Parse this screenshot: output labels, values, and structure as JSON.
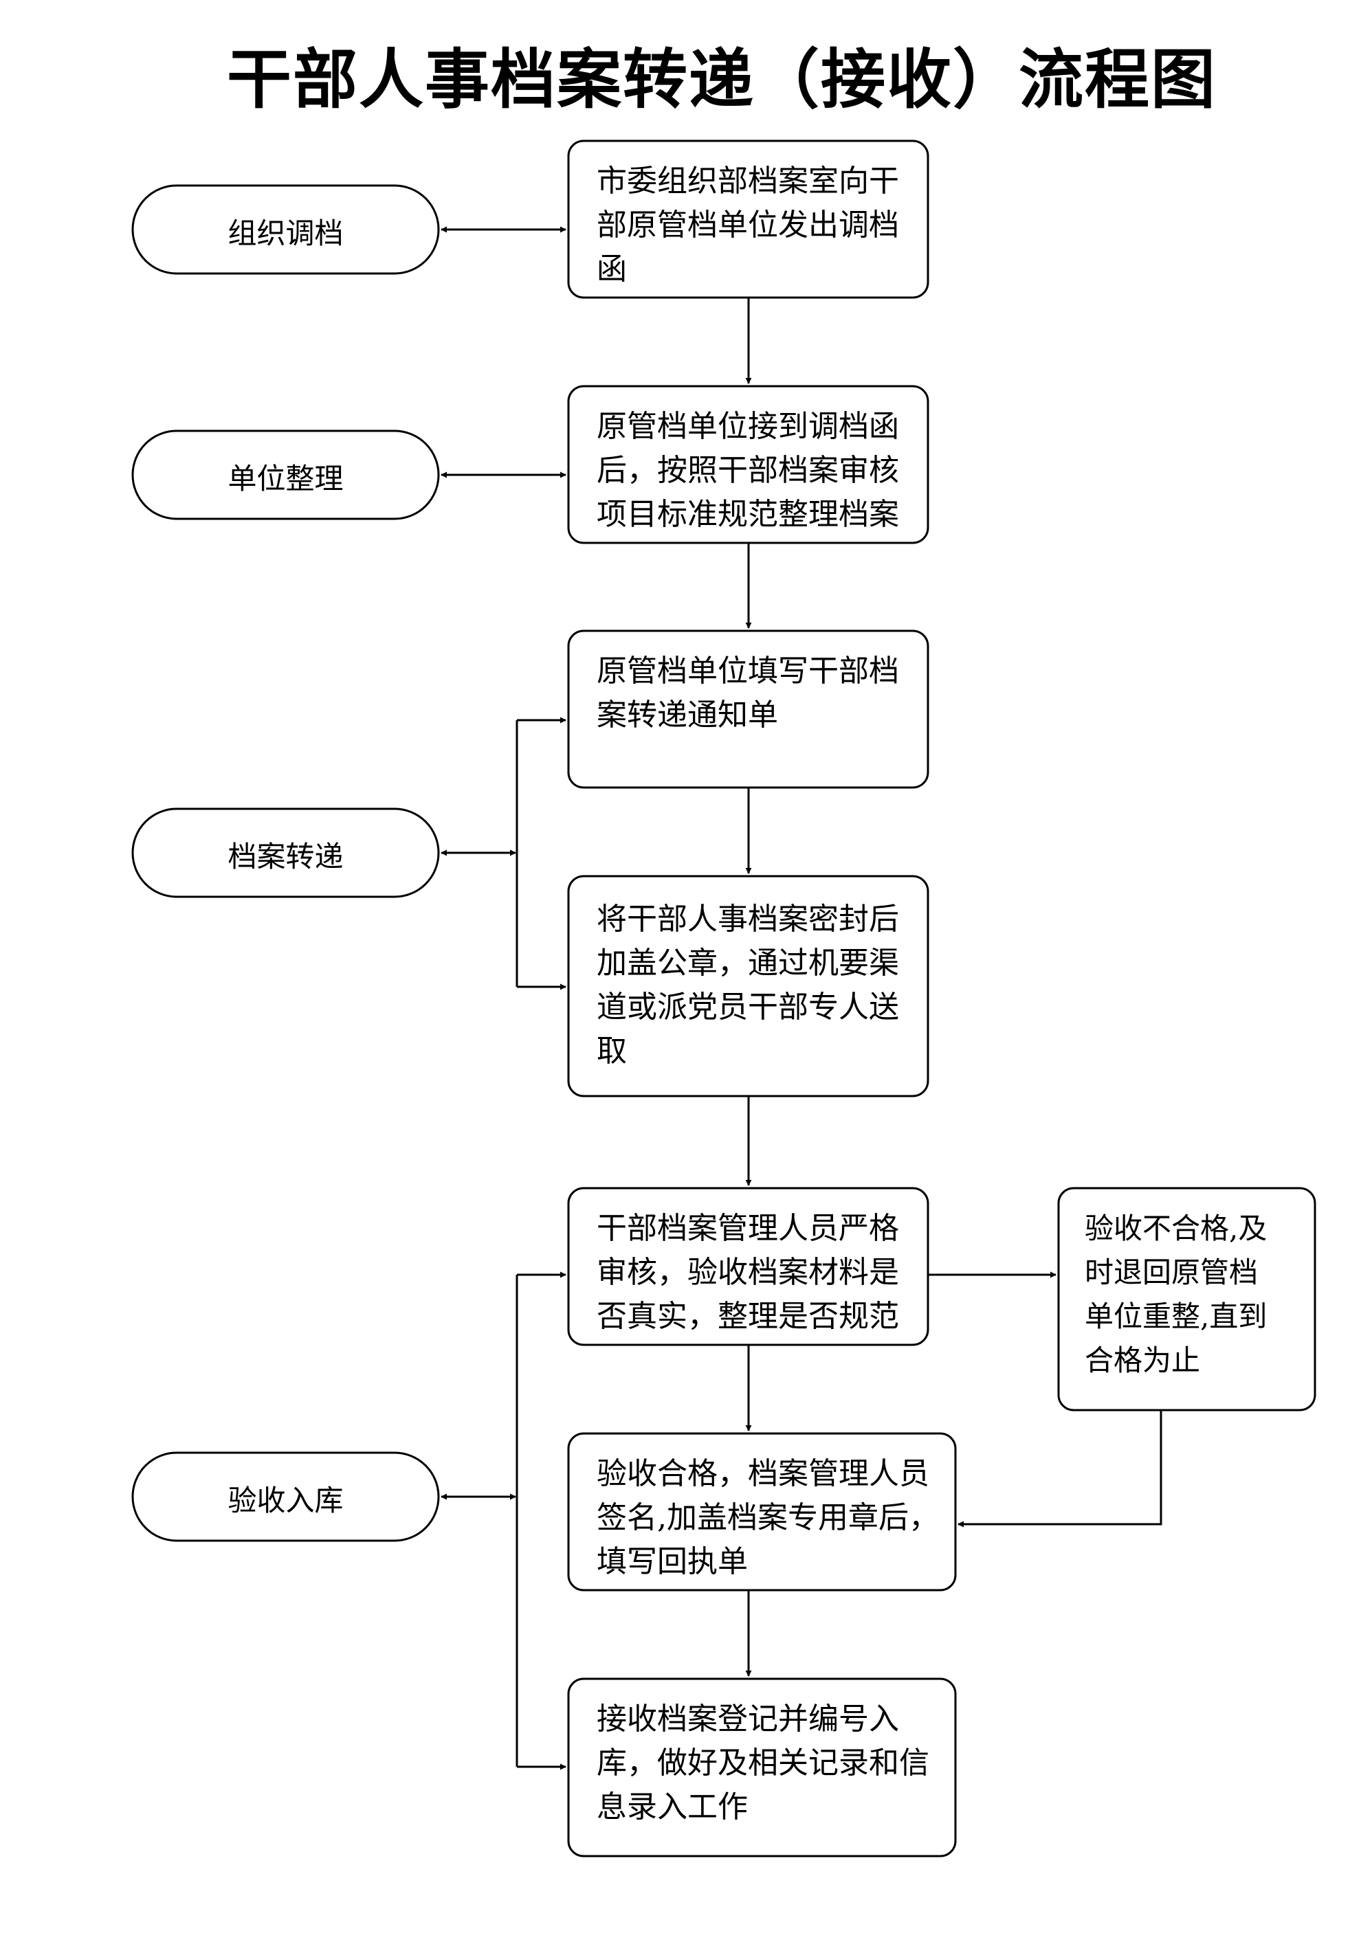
{
  "title": "干部人事档案转递（接收）流程图",
  "phases": [
    "组织调档",
    "单位整理",
    "档案转递",
    "验收入库"
  ],
  "steps": [
    "市委组织部档案室向干\n部原管档单位发出调档\n函",
    "原管档单位接到调档函\n后，按照干部档案审核\n项目标准规范整理档案",
    "原管档单位填写干部档\n案转递通知单",
    "将干部人事档案密封后\n加盖公章，通过机要渠\n道或派党员干部专人送\n取",
    "干部档案管理人员严格\n审核，验收档案材料是\n否真实，整理是否规范",
    "验收合格，档案管理人员\n签名,加盖档案专用章后，\n填写回执单",
    "接收档案登记并编号入\n库，做好及相关记录和信\n息录入工作"
  ],
  "side_note": "验收不合格,及\n时退回原管档\n单位重整,直到\n合格为止"
}
